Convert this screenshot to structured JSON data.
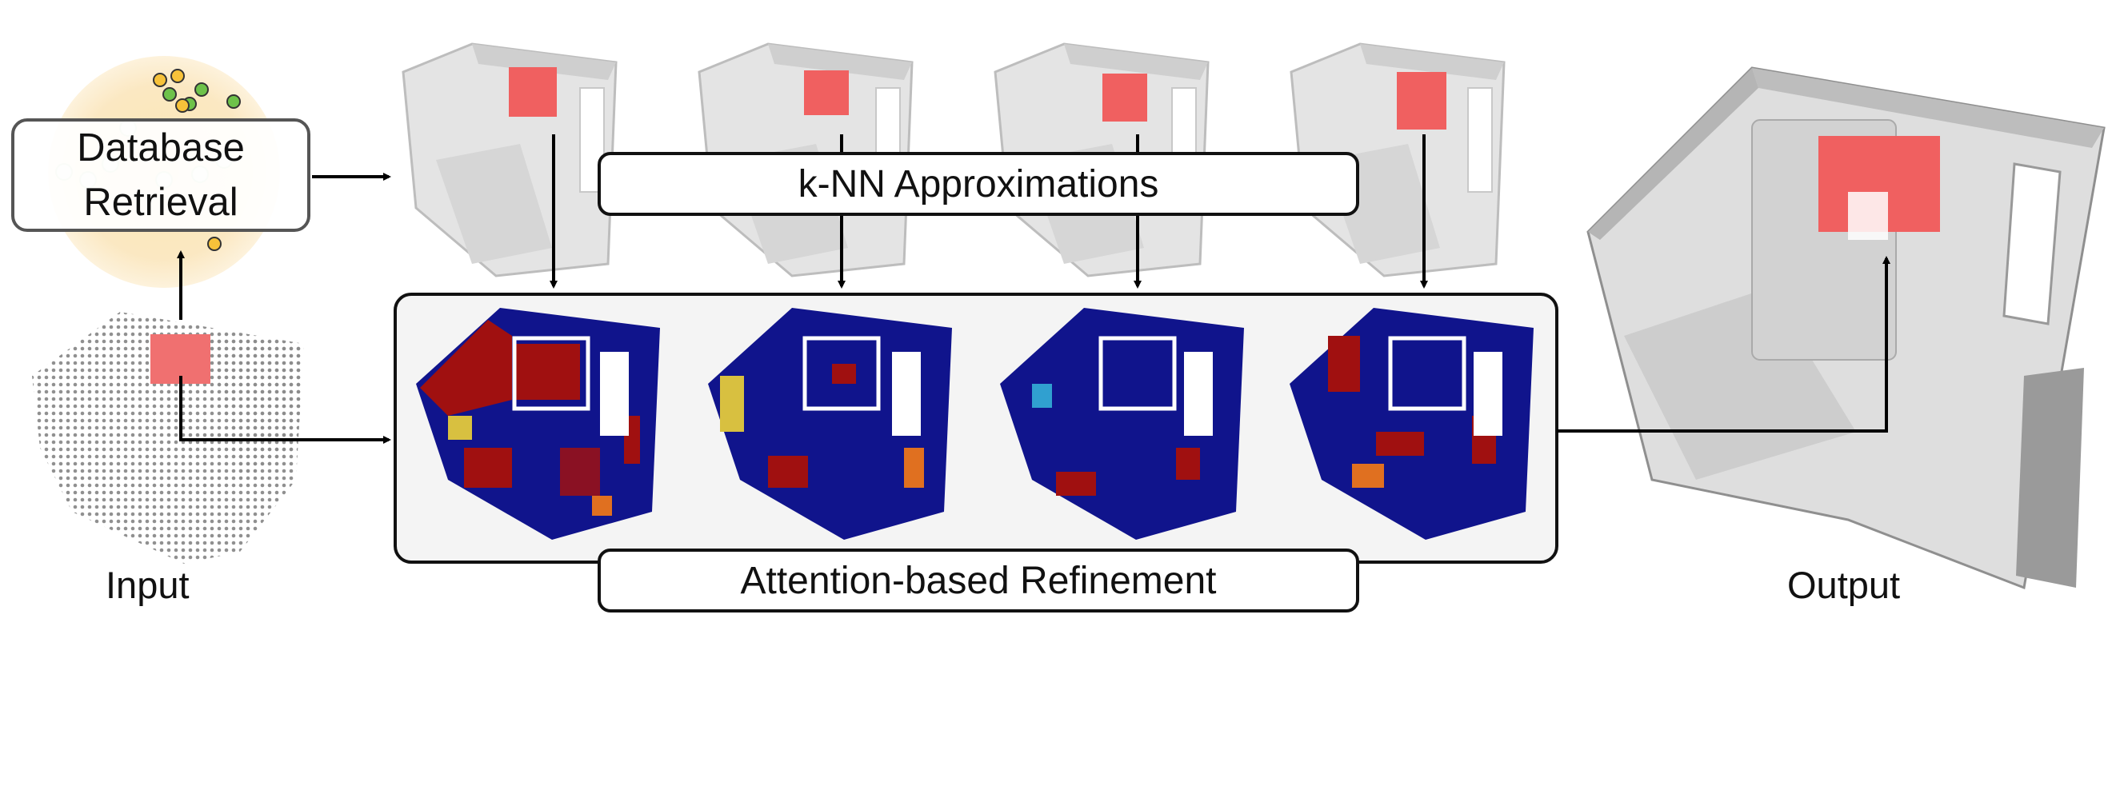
{
  "labels": {
    "database_line1": "Database",
    "database_line2": "Retrieval",
    "knn": "k-NN Approximations",
    "attention": "Attention-based Refinement",
    "input": "Input",
    "output": "Output"
  },
  "colors": {
    "highlight_red": "#f06060",
    "attention_blue": "#10148c",
    "attention_red": "#a01010",
    "retrieval_glow": "#fbe3b0",
    "panel_bg": "#f4f4f4",
    "mesh_gray": "#d9d9d9"
  }
}
